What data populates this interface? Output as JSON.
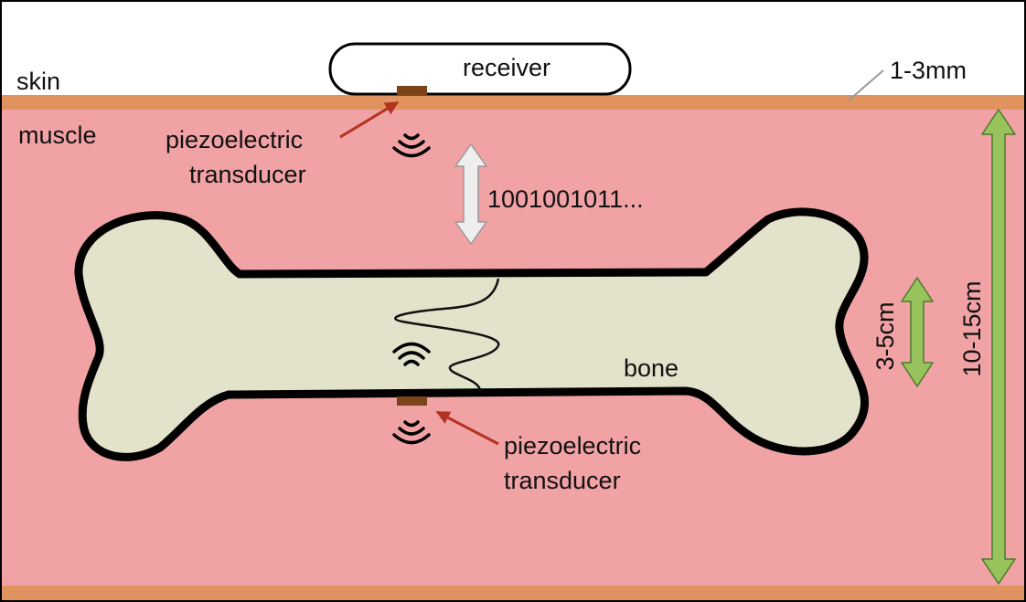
{
  "labels": {
    "skin": "skin",
    "muscle": "muscle",
    "receiver": "receiver",
    "skin_thickness": "1-3mm",
    "transducer_top_line1": "piezoelectric",
    "transducer_top_line2": "transducer",
    "binary_data": "1001001011...",
    "bone": "bone",
    "transducer_bottom_line1": "piezoelectric",
    "transducer_bottom_line2": "transducer",
    "bone_width": "3-5cm",
    "tissue_depth": "10-15cm"
  },
  "colors": {
    "skin": "#e0935f",
    "muscle": "#f1a2a4",
    "bone_fill": "#e3e2cb",
    "bone_outline": "#000000",
    "receiver_fill": "#ffffff",
    "transducer": "#7a4418",
    "pointer_arrow": "#b2331f",
    "green_arrow": "#98c35c",
    "green_arrow_outline": "#4c7a2c",
    "data_arrow": "#eeeeee",
    "data_arrow_outline": "#999999",
    "leader_line": "#9a9a9a"
  }
}
